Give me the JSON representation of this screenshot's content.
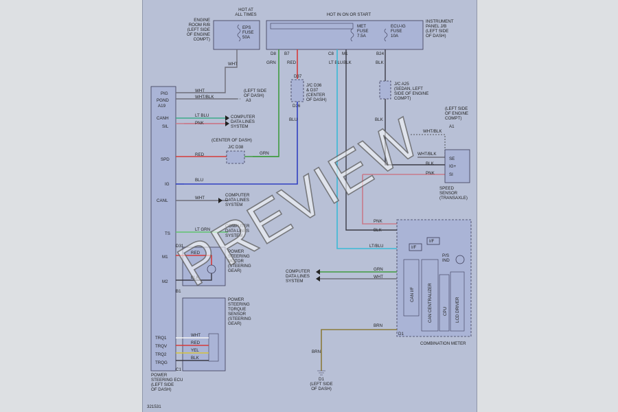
{
  "labels": {
    "hot_at_all_times": [
      "HOT AT",
      "ALL TIMES"
    ],
    "hot_in_on_or_start": "HOT IN ON OR START",
    "engine_room_rb": [
      "ENGINE",
      "ROOM R/B",
      "(LEFT SIDE",
      "OF ENGINE",
      "COMPT)"
    ],
    "eps_fuse": [
      "EPS",
      "FUSE",
      "50A"
    ],
    "met_fuse": [
      "MET",
      "FUSE",
      "7.5A"
    ],
    "ecu_ig_fuse": [
      "ECU-IG",
      "FUSE",
      "10A"
    ],
    "instrument_panel_jb": [
      "INSTRUMENT",
      "PANEL J/B",
      "(LEFT SIDE",
      "OF DASH)"
    ],
    "jc_d36_d37": [
      "J/C D36",
      "& D37",
      "(CENTER",
      "OF DASH)"
    ],
    "jc_a25": [
      "J/C A25",
      "(SEDAN, LEFT",
      "SIDE OF ENGINE",
      "COMPT)"
    ],
    "jc_d38_title": "(CENTER OF DASH)",
    "jc_d38": "J/C D38",
    "left_side_engine_a1": [
      "(LEFT SIDE",
      "OF ENGINE",
      "COMPT)"
    ],
    "a1": "A1",
    "left_side_dash_a3": [
      "(LEFT SIDE",
      "OF DASH)"
    ],
    "a3": "A3",
    "computer_data_lines_system": [
      "COMPUTER",
      "DATA LINES",
      "SYSTEM"
    ],
    "speed_sensor": [
      "SPEED",
      "SENSOR",
      "(TRANSAXLE)"
    ],
    "power_steering_motor": [
      "POWER",
      "STEERING",
      "MOTOR",
      "(STEERING",
      "GEAR)"
    ],
    "power_steering_torque_sensor": [
      "POWER",
      "STEERING",
      "TORQUE",
      "SENSOR",
      "(STEERING",
      "GEAR)"
    ],
    "power_steering_ecu": [
      "POWER",
      "STEERING ECU",
      "(LEFT SIDE",
      "OF DASH)"
    ],
    "combination_meter": "COMBINATION METER",
    "ground_d1": [
      "D1",
      "(LEFT SIDE",
      "OF DASH)"
    ],
    "diagram_id": "321531",
    "watermark": "PREVIEW"
  },
  "ecu_pins": {
    "pig": "PIG",
    "pgnd": "PGND",
    "canh": "CANH",
    "sil": "SIL",
    "spd": "SPD",
    "ig": "IG",
    "canl": "CANL",
    "ts": "TS",
    "m1": "M1",
    "m2": "M2",
    "trq1": "TRQ1",
    "trqv": "TRQV",
    "trq2": "TRQ2",
    "trqg": "TRQG"
  },
  "connector_ids": {
    "a19": "A19",
    "d31": "D31",
    "b1": "B1",
    "c1": "C1",
    "d36": "D36",
    "d37": "D37",
    "d1": "D1",
    "d8": "D8",
    "c8": "C8",
    "b24": "B24",
    "b7": "B7",
    "m1": "M1"
  },
  "wires": {
    "wht": "WHT",
    "wht_blk": "WHT/BLK",
    "lt_blu": "LT BLU",
    "pnk": "PNK",
    "red": "RED",
    "grn": "GRN",
    "blu": "BLU",
    "lt_grn": "LT GRN",
    "blk": "BLK",
    "yel": "YEL",
    "brn": "BRN",
    "ltblu": "LT/BLU"
  },
  "speed_sensor_pins": [
    "SE",
    "IG+",
    "SI"
  ],
  "meter_internals": {
    "if1": "I/F",
    "if2": "I/F",
    "can_if": "CAN I/F",
    "can_centralizer": "CAN CENTRALIZER",
    "cpu": "CPU",
    "ps_ind": [
      "P/S",
      "IND"
    ],
    "lcd_driver": "LCD DRIVER"
  }
}
